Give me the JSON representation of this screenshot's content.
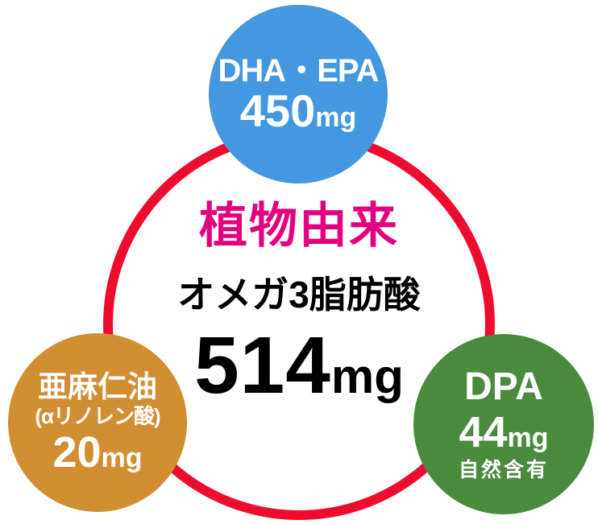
{
  "colors": {
    "ring-red": "#ED0C2E",
    "accent-pink": "#E3007F",
    "blue": "#4498DF",
    "orange": "#D28E33",
    "green": "#4A8B3E",
    "text-black": "#000000",
    "circle-text-white": "#FFFFFF"
  },
  "center": {
    "heading": "植物由来",
    "subheading": "オメガ3脂肪酸",
    "value": "514",
    "unit": "mg"
  },
  "circles": {
    "blue": {
      "title": "DHA・EPA",
      "value": "450",
      "unit": "mg"
    },
    "orange": {
      "title": "亜麻仁油",
      "subtitle": "(αリノレン酸)",
      "value": "20",
      "unit": "mg"
    },
    "green": {
      "title": "DPA",
      "value": "44",
      "unit": "mg",
      "note": "自然含有"
    }
  }
}
